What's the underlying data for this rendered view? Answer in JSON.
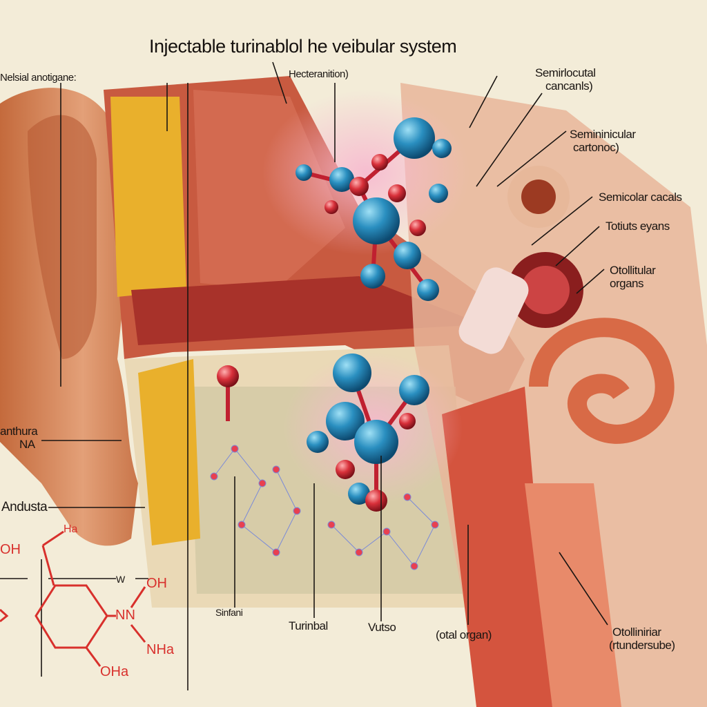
{
  "title": "Injectable turinablol he veibular system",
  "labels": {
    "top_left": "Nelsial anotigane:",
    "top_center": "Hecteranition)",
    "semicircular_1": [
      "Semirlocutal",
      "cancanls)"
    ],
    "semicircular_2": [
      "Semininicular",
      "cartonoc)"
    ],
    "semicircular_3": "Semicolar cacals",
    "totiuts": "Totiuts eyans",
    "otolith_organs": [
      "Otollitular",
      "organs"
    ],
    "anthura": [
      "anthura",
      "NA"
    ],
    "andusta": "Andusta",
    "w_label": "W",
    "sinfani": "Sinfani",
    "turinbal": "Turinbal",
    "vutso": "Vutso",
    "otal_organ": "(otal organ)",
    "otolliniriar": [
      "Otolliniriar",
      "(rtundersube)"
    ]
  },
  "chemical": {
    "groups": [
      "OH",
      "Ha",
      "OH",
      "NN",
      "NHa",
      "OHa"
    ]
  },
  "colors": {
    "background": "#f3ecd8",
    "skin": "#d98a5c",
    "tissue_red": "#c8423a",
    "fat_yellow": "#e9b02c",
    "molecule_blue": "#2a8fc0",
    "molecule_red": "#d8303a",
    "chem_red": "#d8302c"
  }
}
